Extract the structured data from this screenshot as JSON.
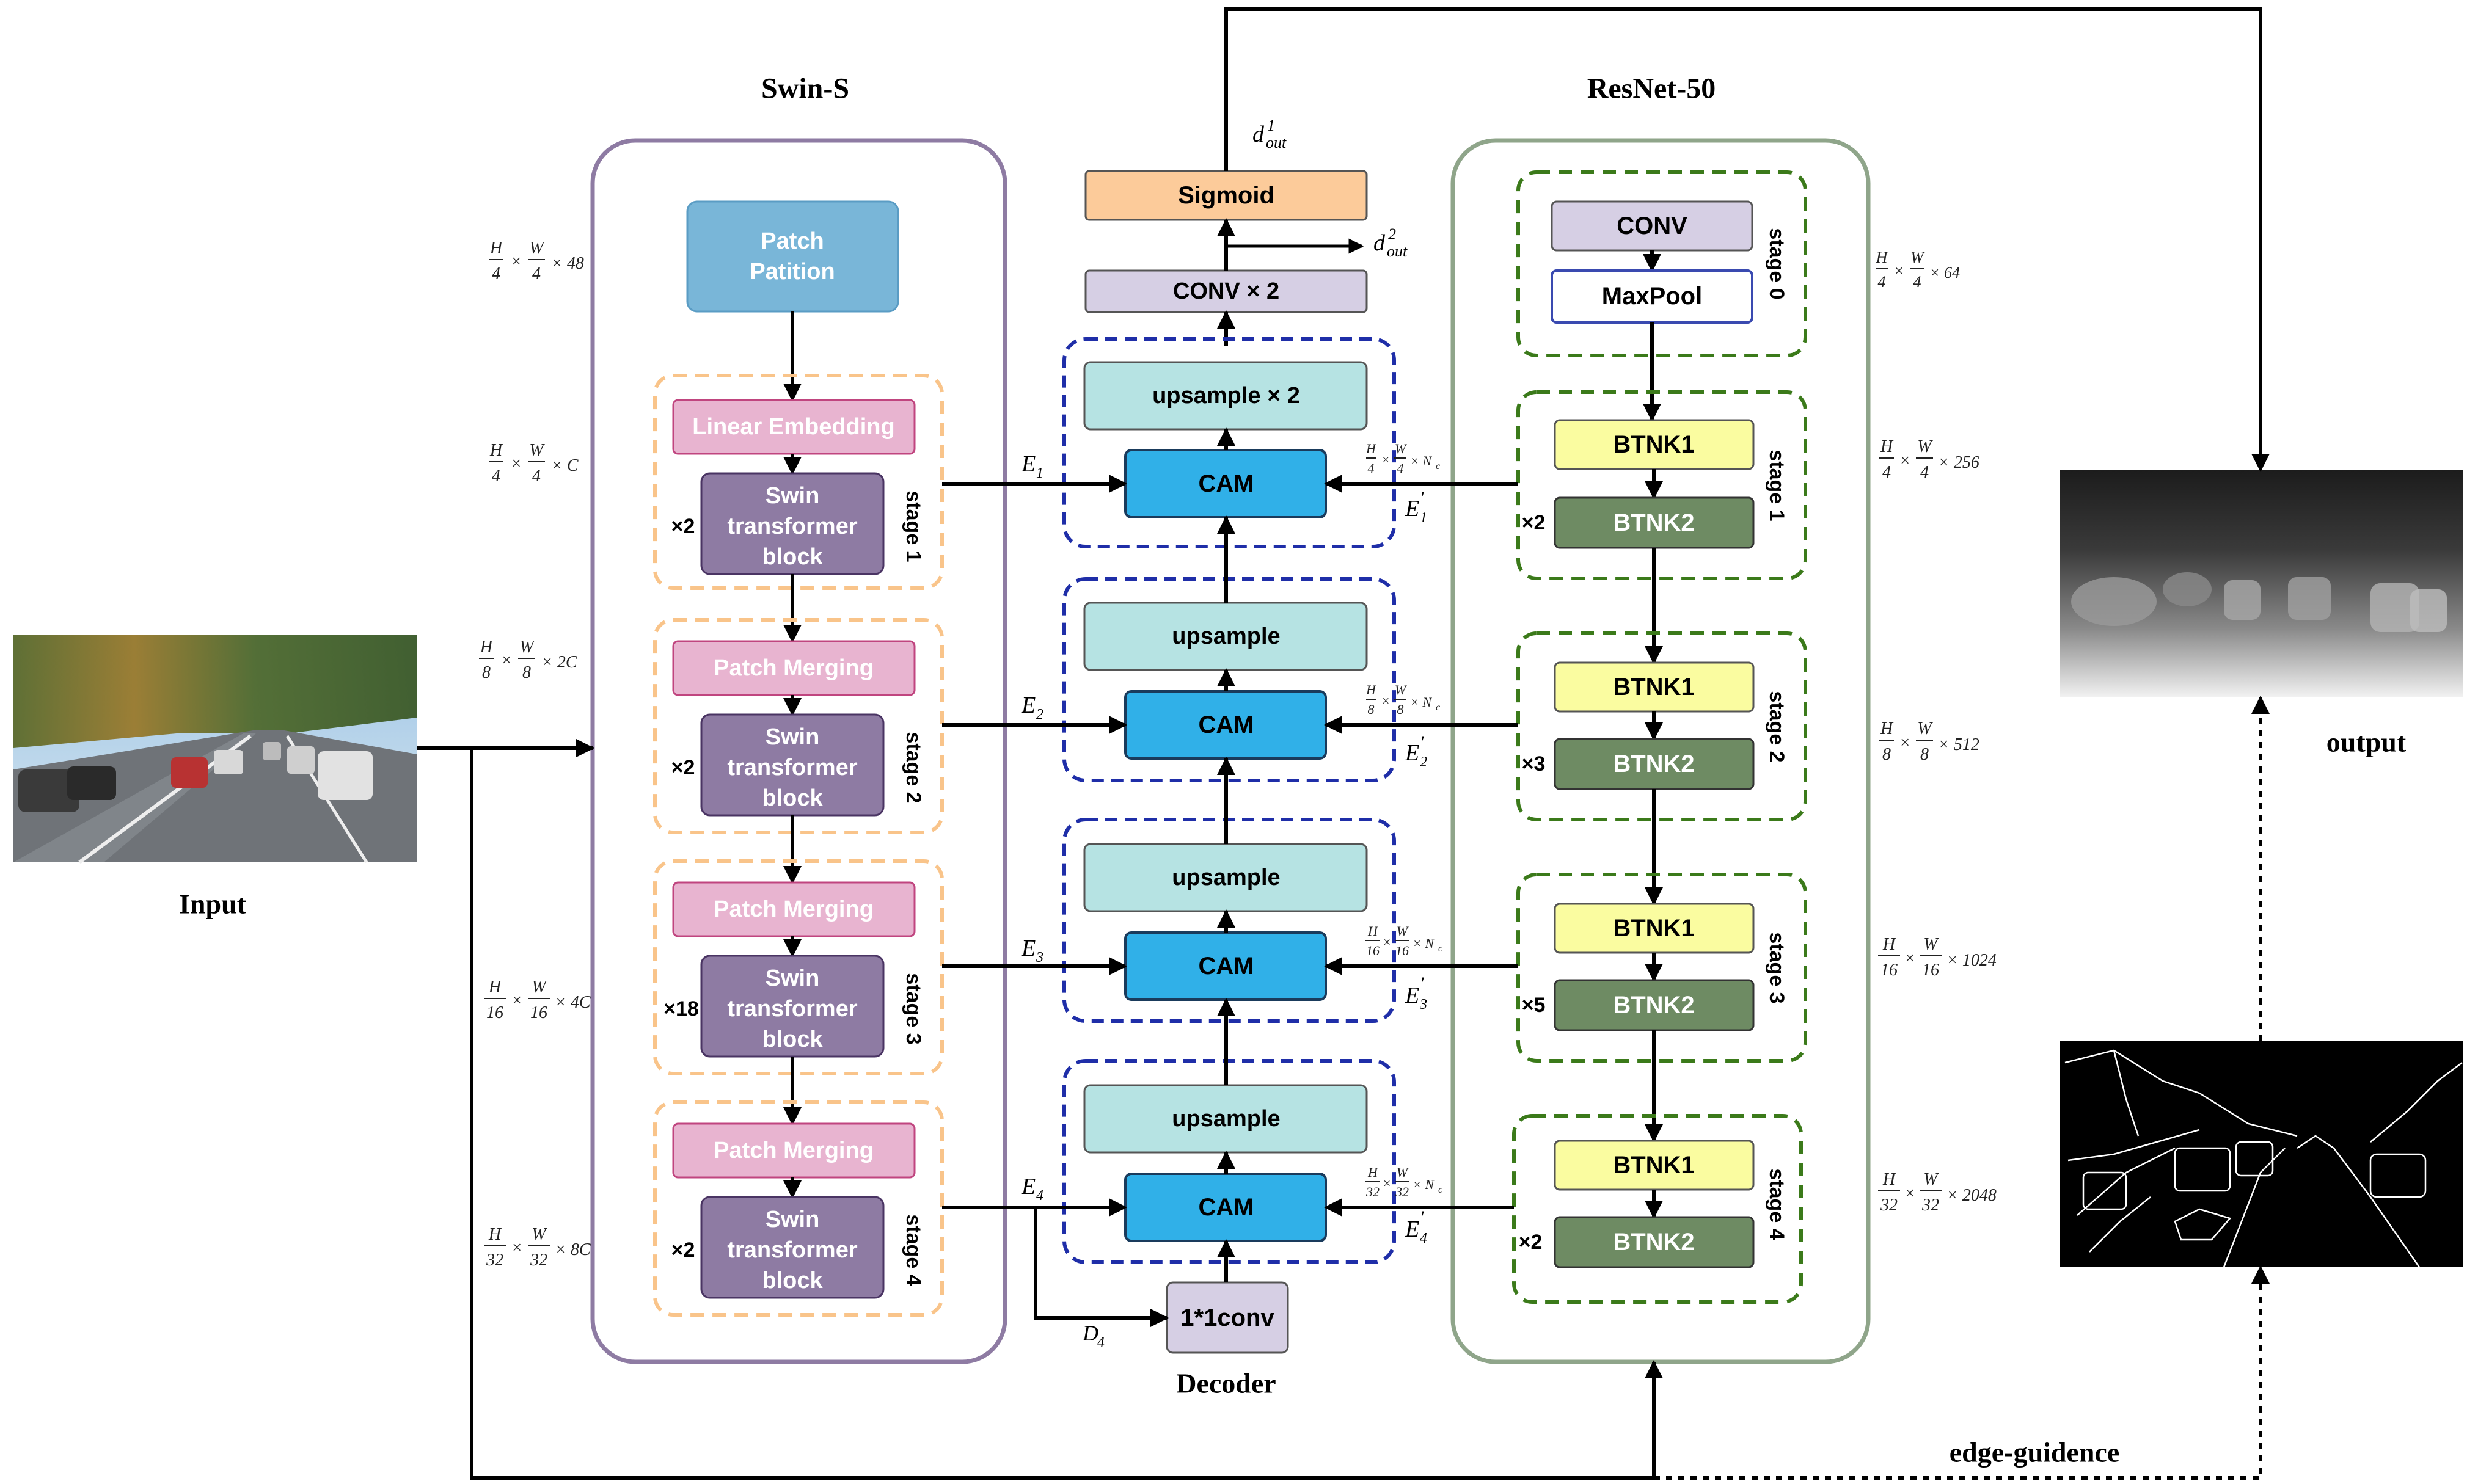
{
  "titles": {
    "swin": "Swin-S",
    "resnet": "ResNet-50",
    "input": "Input",
    "output": "output",
    "decoder": "Decoder",
    "edge": "edge-guidence"
  },
  "swin": {
    "patch_partition": [
      "Patch",
      "Patition"
    ],
    "linear_embedding": "Linear Embedding",
    "patch_merging": "Patch Merging",
    "swin_block": [
      "Swin",
      "transformer",
      "block"
    ],
    "stages": [
      {
        "label": "stage 1",
        "repeat": "×2"
      },
      {
        "label": "stage 2",
        "repeat": "×2"
      },
      {
        "label": "stage 3",
        "repeat": "×18"
      },
      {
        "label": "stage 4",
        "repeat": "×2"
      }
    ]
  },
  "swin_dims": [
    [
      "H",
      "4",
      "W",
      "4",
      "× 48"
    ],
    [
      "H",
      "4",
      "W",
      "4",
      "× C"
    ],
    [
      "H",
      "8",
      "W",
      "8",
      "× 2C"
    ],
    [
      "H",
      "16",
      "W",
      "16",
      "× 4C"
    ],
    [
      "H",
      "32",
      "W",
      "32",
      "× 8C"
    ]
  ],
  "decoder": {
    "sigmoid": "Sigmoid",
    "conv2": "CONV × 2",
    "upsample2": "upsample × 2",
    "upsample": "upsample",
    "cam": "CAM",
    "conv1x1": "1*1conv",
    "d_out1": "d",
    "d_out1_sup": "1",
    "d_out1_sub": "out",
    "d_out2": "d",
    "d_out2_sup": "2",
    "d_out2_sub": "out",
    "E_labels": [
      "E",
      "E",
      "E",
      "E"
    ],
    "E_subs": [
      "1",
      "2",
      "3",
      "4"
    ],
    "D4": "D",
    "D4_sub": "4"
  },
  "cam_dims": [
    [
      "H",
      "4",
      "W",
      "4",
      "× N"
    ],
    [
      "H",
      "8",
      "W",
      "8",
      "× N"
    ],
    [
      "H",
      "16",
      "W",
      "16",
      "× N"
    ],
    [
      "H",
      "32",
      "W",
      "32",
      "× N"
    ]
  ],
  "cam_dim_sub": "c",
  "resnet": {
    "conv": "CONV",
    "maxpool": "MaxPool",
    "btnk1": "BTNK1",
    "btnk2": "BTNK2",
    "stages": [
      {
        "label": "stage 0",
        "repeat": ""
      },
      {
        "label": "stage 1",
        "repeat": "×2"
      },
      {
        "label": "stage 2",
        "repeat": "×3"
      },
      {
        "label": "stage 3",
        "repeat": "×5"
      },
      {
        "label": "stage 4",
        "repeat": "×2"
      }
    ]
  },
  "resnet_dims": [
    [
      "H",
      "4",
      "W",
      "4",
      "× 64"
    ],
    [
      "H",
      "4",
      "W",
      "4",
      "× 256"
    ],
    [
      "H",
      "8",
      "W",
      "8",
      "× 512"
    ],
    [
      "H",
      "16",
      "W",
      "16",
      "× 1024"
    ],
    [
      "H",
      "32",
      "W",
      "32",
      "× 2048"
    ]
  ],
  "colors": {
    "swin_frame": "#8e7ba3",
    "resnet_frame": "#8fa58a",
    "patch_partition": "#79b6d8",
    "merging": "#e8b4d0",
    "merging_text": "#ffffff",
    "swin_block": "#8e7ba3",
    "orange_dash": "#f9c48a",
    "blue_dash": "#1f2ea8",
    "green_dash": "#3b7a1a",
    "sigmoid": "#fccb9a",
    "conv_lav": "#d6cfe4",
    "upsample": "#b6e3e3",
    "cam": "#30b0e8",
    "btnk1": "#fafca0",
    "btnk2": "#6e8b63"
  }
}
